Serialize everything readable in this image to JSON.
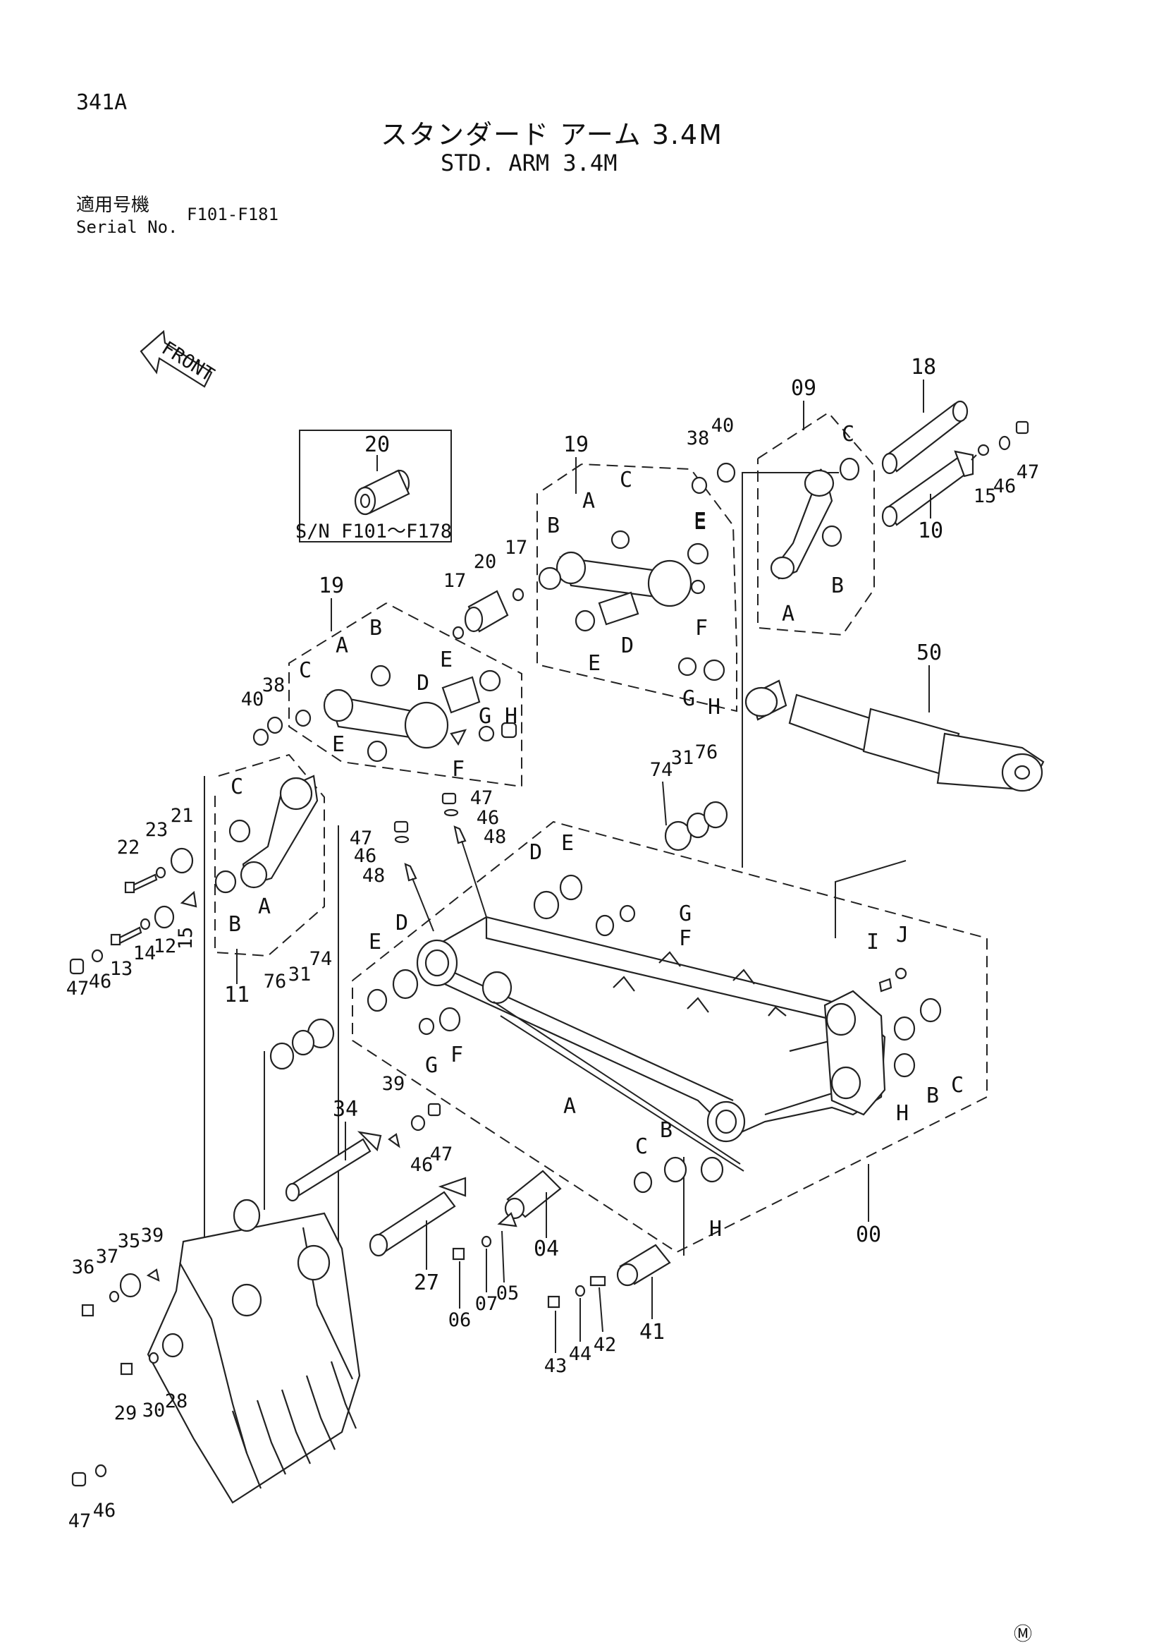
{
  "header": {
    "page_number": "341A",
    "title_jp": "スタンダード アーム 3.4M",
    "title_en": "STD. ARM 3.4M",
    "serial_label_jp": "適用号機",
    "serial_label_en": "Serial No.",
    "serial_range": "F101-F181"
  },
  "front_arrow": {
    "label": "FRONT"
  },
  "inset": {
    "part": "20",
    "serial_note": "S/N F101～F178"
  },
  "footer": {
    "mark": "Ⓜ"
  },
  "callouts": {
    "c18": "18",
    "c09": "09",
    "c40a": "40",
    "c38a": "38",
    "c19a": "19",
    "c17a": "17",
    "c20a": "20",
    "c17b": "17",
    "c47a": "47",
    "c46a": "46",
    "c15a": "15",
    "c10": "10",
    "c50": "50",
    "c19b": "19",
    "c40b": "40",
    "c38b": "38",
    "c21": "21",
    "c23": "23",
    "c22": "22",
    "c15b": "15",
    "c12": "12",
    "c14": "14",
    "c13": "13",
    "c46b": "46",
    "c47b": "47",
    "c11": "11",
    "c47c": "47",
    "c46c": "46",
    "c48a": "48",
    "c47d": "47",
    "c46d": "46",
    "c48b": "48",
    "c74a": "74",
    "c31a": "31",
    "c76a": "76",
    "c76b": "76",
    "c31b": "31",
    "c74b": "74",
    "c39a": "39",
    "c34": "34",
    "c46e": "46",
    "c47e": "47",
    "c27": "27",
    "c04": "04",
    "c06": "06",
    "c07": "07",
    "c05": "05",
    "c43": "43",
    "c44": "44",
    "c42": "42",
    "c41": "41",
    "c00": "00",
    "c36": "36",
    "c37": "37",
    "c35": "35",
    "c39b": "39",
    "c29": "29",
    "c30": "30",
    "c28": "28",
    "c47f": "47",
    "c46f": "46"
  },
  "letters": {
    "A1": "A",
    "B1": "B",
    "C1": "C",
    "E1": "E",
    "D1": "D",
    "E2": "E",
    "F1": "F",
    "G1": "G",
    "H1": "H",
    "C2": "C",
    "E3": "E",
    "B2": "B",
    "A2": "A",
    "A3": "A",
    "B3": "B",
    "C3": "C",
    "E4": "E",
    "D2": "D",
    "E5": "E",
    "F2": "F",
    "G2": "G",
    "H2": "H",
    "C4": "C",
    "B4": "B",
    "A4": "A",
    "D3": "D",
    "E6": "E",
    "G3": "G",
    "F3": "F",
    "E7": "E",
    "D4": "D",
    "G4": "G",
    "F4": "F",
    "A5": "A",
    "I1": "I",
    "J1": "J",
    "B5": "B",
    "C5": "C",
    "H3": "H",
    "C6": "C",
    "B6": "B",
    "H4": "H"
  }
}
